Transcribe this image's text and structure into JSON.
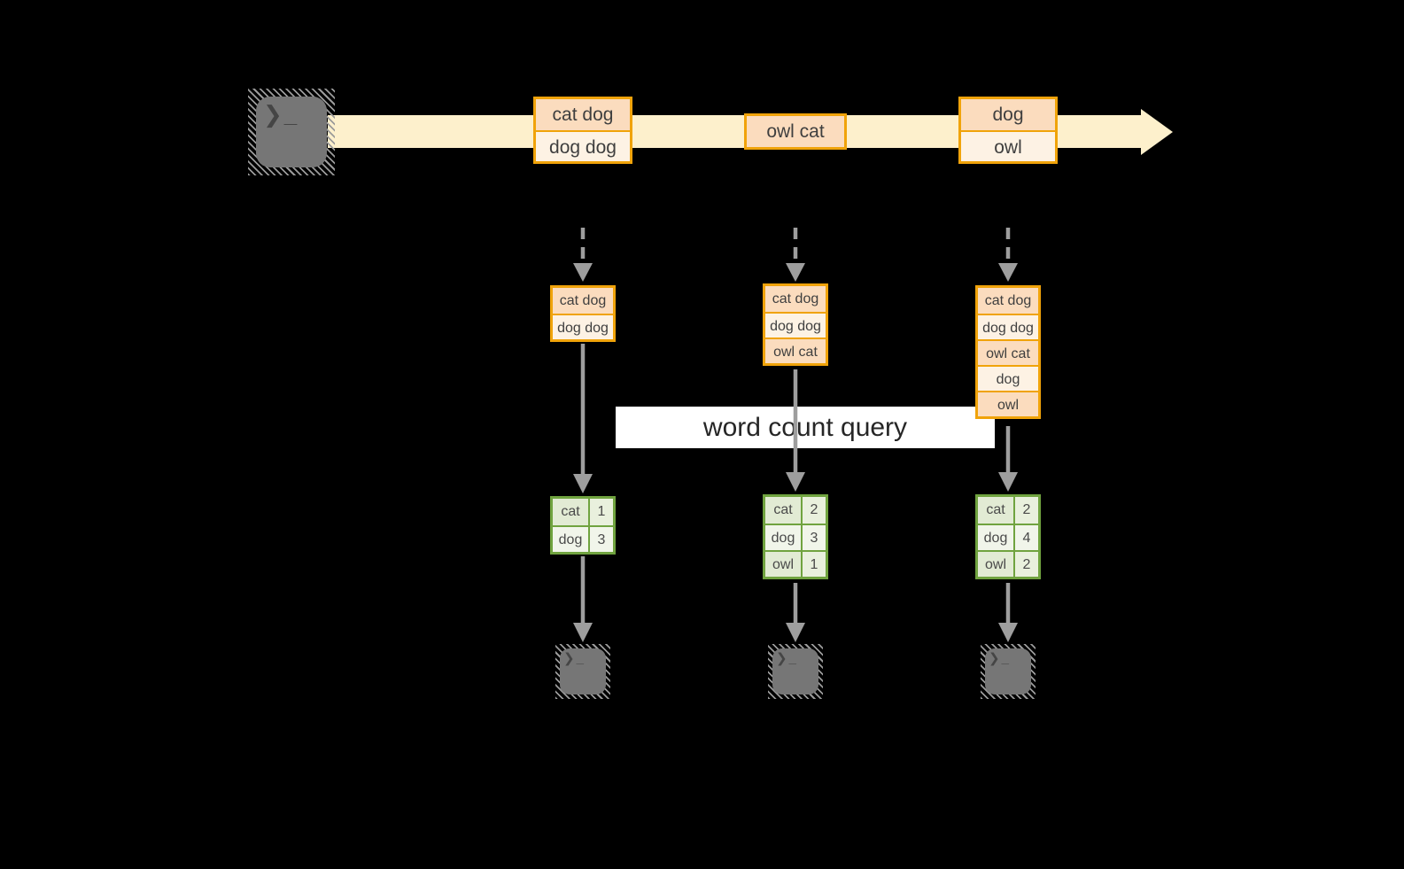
{
  "query": {
    "label": "word count query"
  },
  "icons": {
    "terminal_prompt": "❯_"
  },
  "stream": {
    "batches": [
      {
        "items": [
          "cat dog",
          "dog dog"
        ]
      },
      {
        "items": [
          "owl cat"
        ]
      },
      {
        "items": [
          "dog",
          "owl"
        ]
      }
    ]
  },
  "columns": [
    {
      "batch": [
        "cat dog",
        "dog dog"
      ],
      "counts": [
        {
          "word": "cat",
          "count": 1
        },
        {
          "word": "dog",
          "count": 3
        }
      ]
    },
    {
      "batch": [
        "cat dog",
        "dog dog",
        "owl cat"
      ],
      "counts": [
        {
          "word": "cat",
          "count": 2
        },
        {
          "word": "dog",
          "count": 3
        },
        {
          "word": "owl",
          "count": 1
        }
      ]
    },
    {
      "batch": [
        "cat dog",
        "dog dog",
        "owl cat",
        "dog",
        "owl"
      ],
      "counts": [
        {
          "word": "cat",
          "count": 2
        },
        {
          "word": "dog",
          "count": 4
        },
        {
          "word": "owl",
          "count": 2
        }
      ]
    }
  ],
  "colors": {
    "background": "#000000",
    "stream_arrow": "#FDF0CC",
    "box_border": "#F0A30A",
    "box_fill_dark": "#FBDCBE",
    "box_fill_light": "#FDF2E4",
    "table_border": "#70A33F",
    "table_fill_dark": "#E2EBD4",
    "table_fill_light": "#F1F5EA",
    "connector_gray": "#9E9E9E",
    "terminal_gray": "#767676"
  }
}
